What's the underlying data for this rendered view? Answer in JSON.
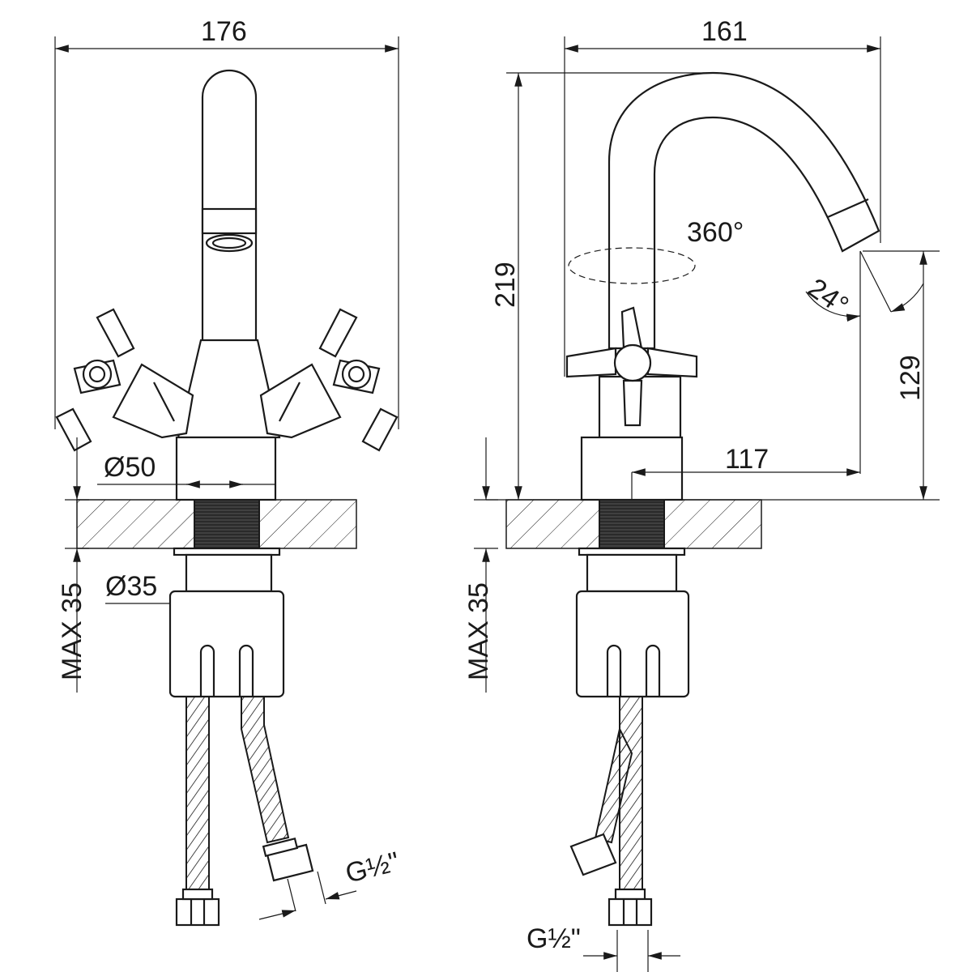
{
  "front_view": {
    "width_label": "176",
    "base_diameter_label": "Ø50",
    "shank_diameter_label": "Ø35",
    "max_thickness_label": "MAX 35",
    "thread_label": "G½\""
  },
  "side_view": {
    "width_label": "161",
    "height_label": "219",
    "rotation_label": "360°",
    "angle_label": "24°",
    "spout_height_label": "129",
    "reach_label": "117",
    "max_thickness_label": "MAX 35",
    "thread_label": "G½\""
  },
  "colors": {
    "line": "#1a1a1a",
    "background": "#ffffff"
  }
}
